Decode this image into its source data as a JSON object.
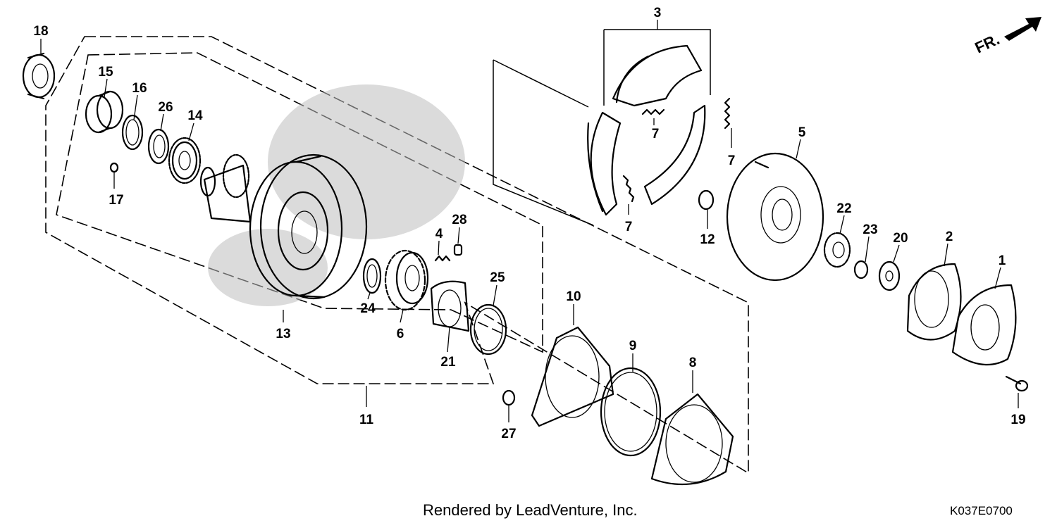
{
  "diagram": {
    "front_indicator": "FR.",
    "credit": "Rendered by LeadVenture, Inc.",
    "code": "K037E0700",
    "callouts": [
      "1",
      "2",
      "3",
      "4",
      "5",
      "6",
      "7",
      "7",
      "7",
      "7",
      "8",
      "9",
      "10",
      "11",
      "12",
      "13",
      "14",
      "15",
      "16",
      "17",
      "18",
      "19",
      "20",
      "21",
      "22",
      "23",
      "24",
      "25",
      "26",
      "27",
      "28"
    ]
  }
}
